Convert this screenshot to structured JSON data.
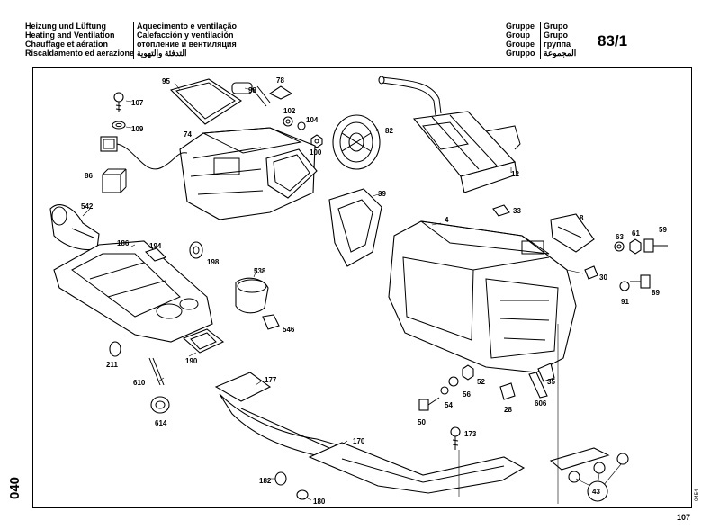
{
  "header": {
    "left_lines": [
      "Heizung und Lüftung",
      "Heating and Ventilation",
      "Chauffage et aération",
      "Riscaldamento ed aerazione"
    ],
    "mid_lines": [
      "Aquecimento e ventilação",
      "Calefacción y ventilación",
      "отопление и вентиляция",
      "التدفئة والتهوية"
    ],
    "group_lines_1": [
      "Gruppe",
      "Group",
      "Groupe",
      "Gruppo"
    ],
    "group_lines_2": [
      "Grupo",
      "Grupo",
      "группа",
      "المجموعة"
    ],
    "group_number": "83/1"
  },
  "sheet_code": "040",
  "drawing_code": "0454",
  "page_number": "107",
  "part_labels": {
    "p95": "95",
    "p98": "98",
    "p78": "78",
    "p107": "107",
    "p102": "102",
    "p104": "104",
    "p109": "109",
    "p74": "74",
    "p100": "100",
    "p82": "82",
    "p86": "86",
    "p12": "12",
    "p542": "542",
    "p39": "39",
    "p33": "33",
    "p4": "4",
    "p8": "8",
    "p186": "186",
    "p194": "194",
    "p198": "198",
    "p63": "63",
    "p61": "61",
    "p59": "59",
    "p538": "538",
    "p30": "30",
    "p89": "89",
    "p91": "91",
    "p546": "546",
    "p211": "211",
    "p190": "190",
    "p177": "177",
    "p610": "610",
    "p52": "52",
    "p56": "56",
    "p35": "35",
    "p54": "54",
    "p28": "28",
    "p606": "606",
    "p614": "614",
    "p50": "50",
    "p173": "173",
    "p170": "170",
    "p182": "182",
    "p180": "180",
    "p43": "43"
  }
}
